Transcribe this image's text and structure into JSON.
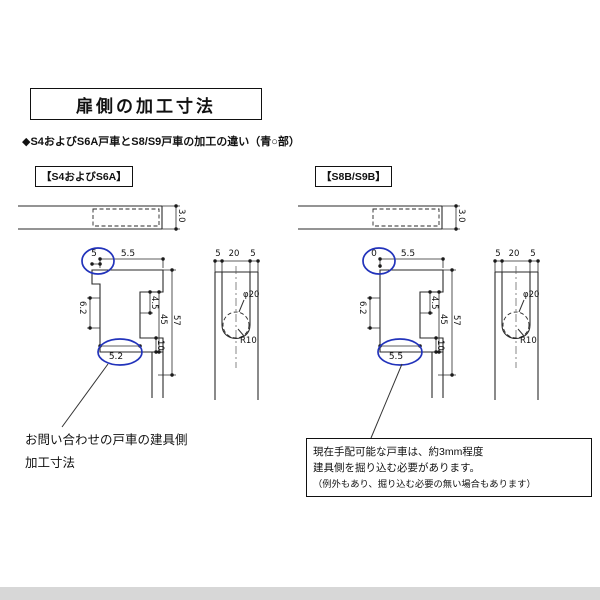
{
  "page": {
    "title": "扉側の加工寸法",
    "subtitle": "◆S4およびS6A戸車とS8/S9戸車の加工の違い（青○部）",
    "accent_blue": "#2233bb"
  },
  "left_panel": {
    "label": "【S4およびS6A】",
    "dims": {
      "rail_thickness": "3.0",
      "top_width": "5.5",
      "tab_width": "5",
      "left_depth": "6.2",
      "step_height": "4.5",
      "body_height": "45",
      "total_height": "57",
      "bottom_step": "10",
      "groove_depth": "5.2",
      "slot_left": "5",
      "slot_width": "20",
      "slot_right": "5",
      "hole_dia": "φ20",
      "end_radius": "R10"
    }
  },
  "right_panel": {
    "label": "【S8B/S9B】",
    "dims": {
      "rail_thickness": "3.0",
      "top_width": "5.5",
      "tab_width": "0",
      "left_depth": "6.2",
      "step_height": "4.5",
      "body_height": "45",
      "total_height": "57",
      "bottom_step": "10",
      "groove_depth": "5.5",
      "slot_left": "5",
      "slot_width": "20",
      "slot_right": "5",
      "hole_dia": "φ20",
      "end_radius": "R10"
    }
  },
  "callouts": {
    "left_line1": "お問い合わせの戸車の建具側",
    "left_line2": "加工寸法",
    "right_line1": "現在手配可能な戸車は、約3mm程度",
    "right_line2": "建具側を掘り込む必要があります。",
    "right_line3": "（例外もあり、掘り込む必要の無い場合もあります）"
  }
}
